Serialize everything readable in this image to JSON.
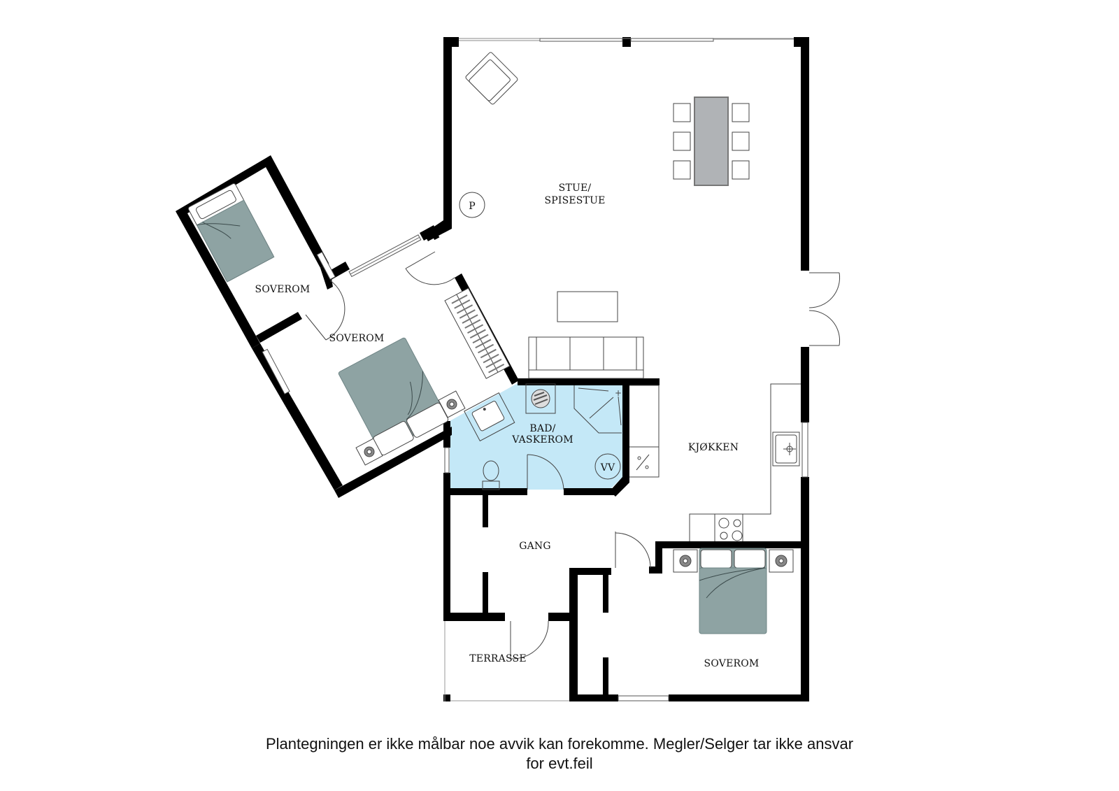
{
  "floorplan": {
    "rooms": [
      {
        "id": "stue",
        "label_line1": "STUE/",
        "label_line2": "SPISESTUE"
      },
      {
        "id": "soverom-1",
        "label": "SOVEROM"
      },
      {
        "id": "soverom-2",
        "label": "SOVEROM"
      },
      {
        "id": "bad",
        "label_line1": "BAD/",
        "label_line2": "VASKEROM"
      },
      {
        "id": "kjokken",
        "label": "KJØKKEN"
      },
      {
        "id": "gang",
        "label": "GANG"
      },
      {
        "id": "terrasse",
        "label": "TERRASSE"
      },
      {
        "id": "soverom-3",
        "label": "SOVEROM"
      }
    ],
    "symbols": {
      "fireplace": "P",
      "water_heater": "VV"
    },
    "colors": {
      "wall": "#000000",
      "bathroom_fill": "#c4e8f7",
      "bed_sheet": "#8ea3a3",
      "dining_table": "#b0b3b6"
    }
  },
  "disclaimer": {
    "line1": "Plantegningen er ikke målbar noe avvik kan forekomme. Megler/Selger tar ikke ansvar",
    "line2": "for evt.feil"
  }
}
